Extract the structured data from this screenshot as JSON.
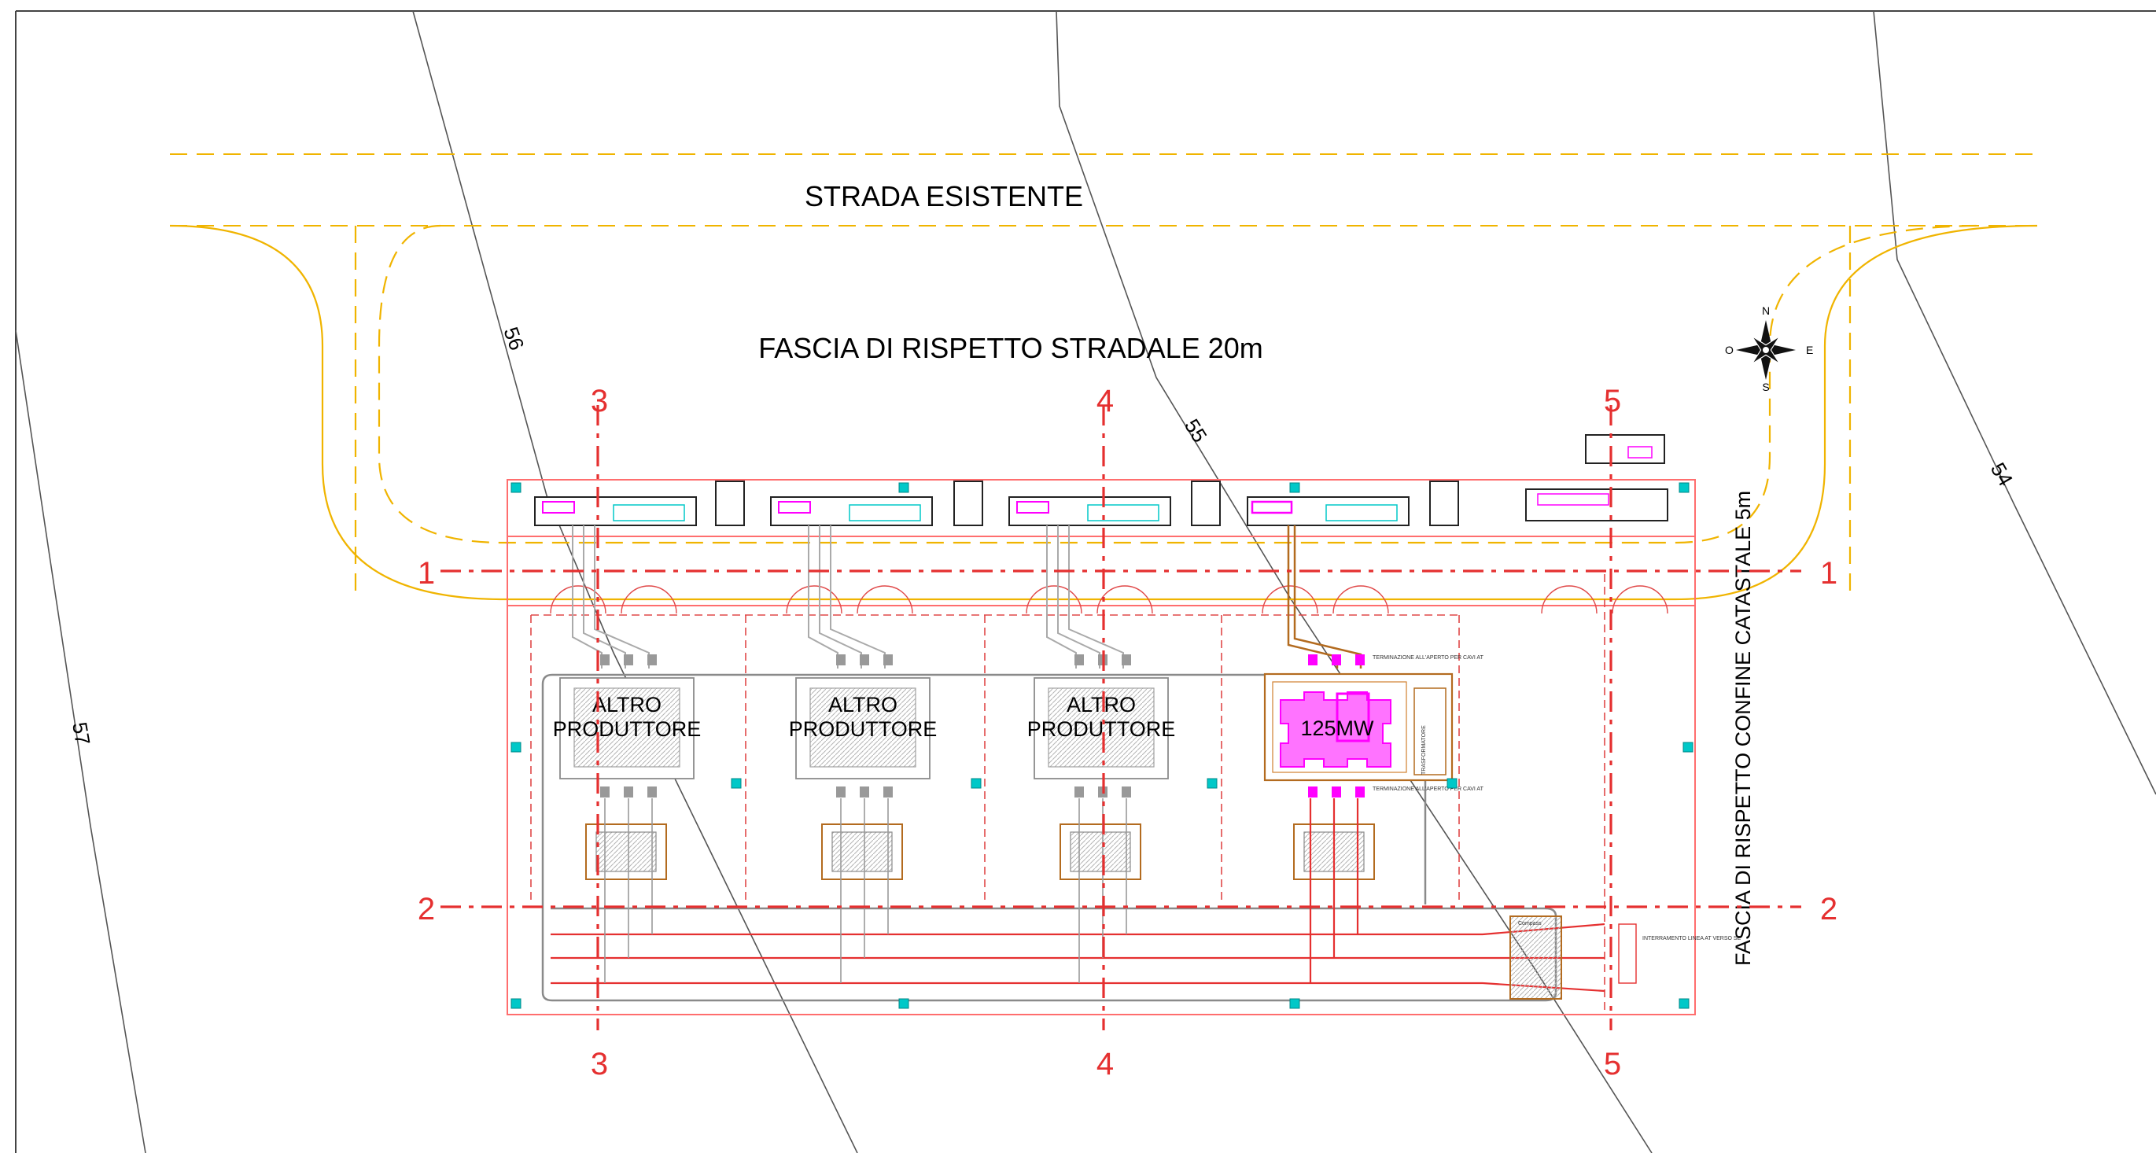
{
  "labels": {
    "road": "STRADA ESISTENTE",
    "road_buffer": "FASCIA DI RISPETTO STRADALE 20m",
    "cadastral_buffer": "FASCIA DI RISPETTO CONFINE CATASTALE 5m"
  },
  "contours": [
    "56",
    "55",
    "54",
    "57"
  ],
  "sections": {
    "s1": "1",
    "s2": "2",
    "s3": "3",
    "s4": "4",
    "s5": "5"
  },
  "producers": {
    "line1": "ALTRO",
    "line2": "PRODUTTORE"
  },
  "main_unit": {
    "capacity": "125MW",
    "side_label": "TRASFORMATORE",
    "note_top": "TERMINAZIONE ALL'APERTO PER CAVI AT",
    "note_bottom": "TERMINAZIONE ALL'APERTO PER CAVI AT"
  },
  "compass": {
    "north": "N",
    "south": "S",
    "east": "E",
    "west": "O"
  },
  "small_labels": {
    "compass_box": "Compass",
    "line_note": "INTERRAMENTO LINEA AT VERSO SE"
  },
  "colors": {
    "section_line": "#e53030",
    "road_buffer": "#f0b400",
    "boundary": "#ff6e6e",
    "magenta": "#ff00ff",
    "cyan": "#00c8c8",
    "grey": "#9a9a9a",
    "brown": "#b36b1f"
  }
}
